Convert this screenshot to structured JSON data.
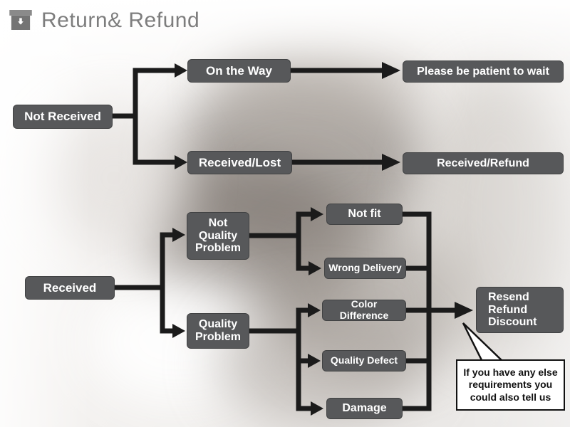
{
  "title": {
    "text": "Return& Refund",
    "icon": "package-icon"
  },
  "colors": {
    "node-bg": "#57585a",
    "node-text": "#ffffff",
    "arrow": "#1b1b1b",
    "title-text": "#7d7d7d",
    "bubble-border": "#111111"
  },
  "nodes": {
    "not_received": "Not Received",
    "on_the_way": "On the Way",
    "patient": "Please be patient to wait",
    "received_lost": "Received/Lost",
    "received_refund": "Received/Refund",
    "received": "Received",
    "not_quality_problem": "Not\nQuality\nProblem",
    "not_fit": "Not fit",
    "wrong_delivery": "Wrong Delivery",
    "quality_problem": "Quality\nProblem",
    "color_difference": "Color Difference",
    "quality_defect": "Quality Defect",
    "damage": "Damage",
    "resend": "Resend\nRefund\nDiscount"
  },
  "callout": {
    "text": "If you have any else\nrequirements you\ncould also tell us"
  }
}
